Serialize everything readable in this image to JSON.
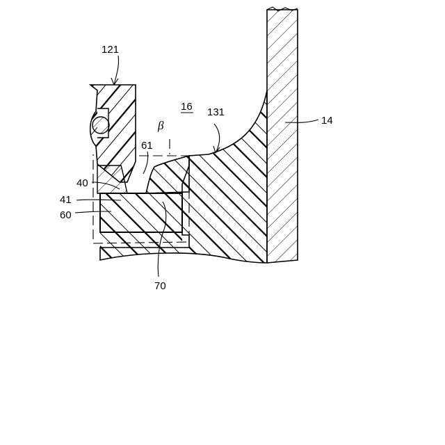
{
  "labels": {
    "l121": "121",
    "l16": "16",
    "l131": "131",
    "l14": "14",
    "lbeta": "β",
    "l61": "61",
    "l40": "40",
    "l41": "41",
    "l60": "60",
    "l70": "70"
  }
}
